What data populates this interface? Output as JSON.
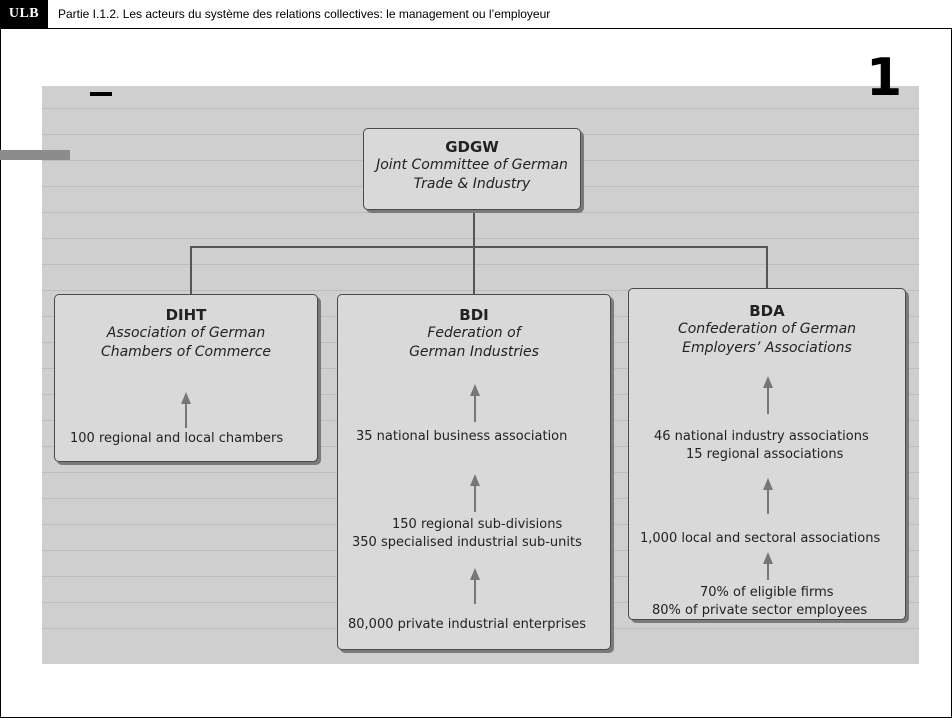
{
  "header": {
    "logo": "ULB",
    "title": "Partie I.1.2. Les acteurs du système des relations collectives: le management ou l’employeur"
  },
  "page_number": "1",
  "diagram": {
    "top": {
      "abbr": "GDGW",
      "line1": "Joint Committee of German",
      "line2": "Trade & Industry"
    },
    "diht": {
      "abbr": "DIHT",
      "line1": "Association of German",
      "line2": "Chambers of Commerce",
      "text1": "100 regional and local chambers"
    },
    "bdi": {
      "abbr": "BDI",
      "line1": "Federation of",
      "line2": "German Industries",
      "text1": "35 national business association",
      "text2a": "150 regional sub-divisions",
      "text2b": "350 specialised industrial sub-units",
      "text3": "80,000 private industrial enterprises"
    },
    "bda": {
      "abbr": "BDA",
      "line1": "Confederation of German",
      "line2": "Employers’ Associations",
      "text1a": "46 national industry associations",
      "text1b": "15 regional associations",
      "text2": "1,000 local and sectoral associations",
      "text3a": "70% of eligible firms",
      "text3b": "80% of private sector employees"
    }
  }
}
